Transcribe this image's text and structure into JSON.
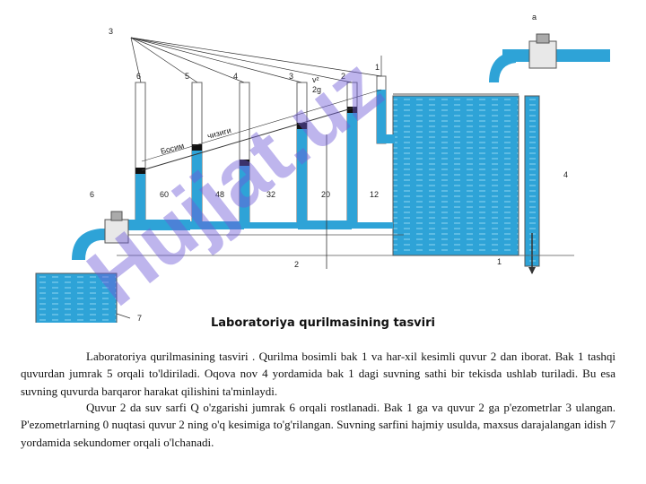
{
  "diagram": {
    "labels": {
      "n3_top": "3",
      "a": "a",
      "t6": "6",
      "t5": "5",
      "t4": "4",
      "t3": "3",
      "t2": "2",
      "t1": "1",
      "v2": "v²",
      "g2": "2g",
      "bosim": "Босим",
      "chiziqi": "чизиги",
      "s60": "60",
      "s48": "48",
      "s32": "32",
      "s20": "20",
      "s12": "12",
      "j6": "6",
      "n4": "4",
      "pipe2": "2",
      "n1": "1",
      "vessel7": "7"
    },
    "colors": {
      "water": "#2ea3d7",
      "water_light": "#7fd0f0",
      "watermark": "#6f5ad6"
    }
  },
  "caption": "Laboratoriya qurilmasining tasviri",
  "paragraphs": [
    "Laboratoriya qurilmasining tasviri . Qurilma bosimli bak 1 va har-xil kesimli quvur 2 dan iborat. Bak 1 tashqi quvurdan jumrak 5 orqali to'ldiriladi. Oqova nov 4 yordamida bak 1 dagi suvning sathi bir tekisda ushlab turiladi. Bu esa suvning quvurda barqaror harakat qilishini ta'minlaydi.",
    "Quvur 2 da suv sarfi Q o'zgarishi jumrak 6 orqali rostlanadi. Bak 1 ga va quvur 2 ga p'ezometrlar 3 ulangan. P'ezometrlarning 0 nuqtasi quvur 2 ning o'q kesimiga to'g'rilangan. Suvning sarfini hajmiy usulda, maxsus darajalangan idish 7 yordamida sekundomer orqali o'lchanadi."
  ],
  "watermark": "Hujjat.uz"
}
